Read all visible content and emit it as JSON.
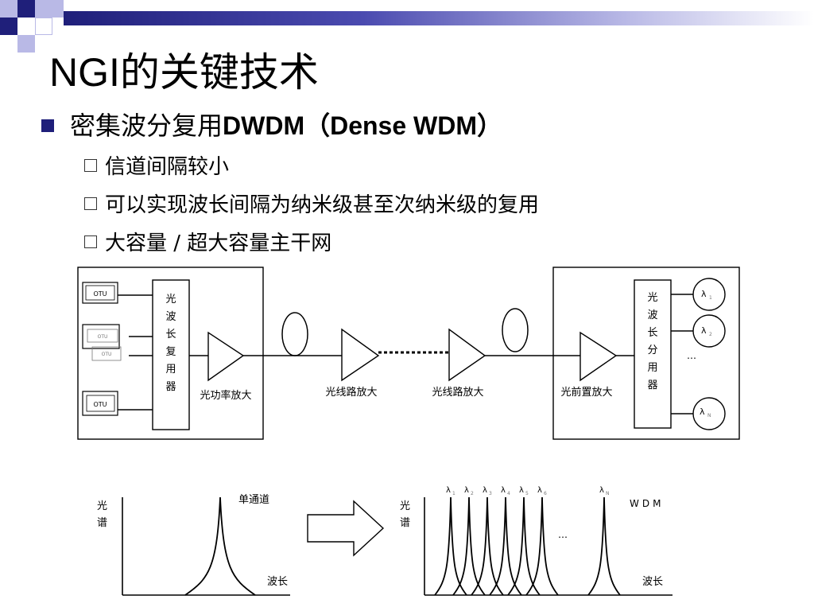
{
  "slide": {
    "title": "NGI的关键技术",
    "bullet": {
      "text": "密集波分复用",
      "bold": "DWDM（Dense WDM）"
    },
    "sub_bullets": [
      "信道间隔较小",
      "可以实现波长间隔为纳米级甚至次纳米级的复用",
      "大容量 / 超大容量主干网"
    ]
  },
  "system_diagram": {
    "otu_labels": [
      "OTU",
      "OTU",
      "OTU",
      "OTU"
    ],
    "mux": "光波长复用器",
    "demux": "光波长分用器",
    "power_amp": "光功率放大",
    "line_amp_1": "光线路放大",
    "line_amp_2": "光线路放大",
    "pre_amp": "光前置放大",
    "lambda_1": "λ",
    "lambda_1_sub": "1",
    "lambda_2": "λ",
    "lambda_2_sub": "2",
    "lambda_n": "λ",
    "lambda_n_sub": "N",
    "ellipsis": "…"
  },
  "spectrum": {
    "left_ylabel": "光谱",
    "left_peak": "单通道",
    "left_xlabel": "波长",
    "right_ylabel": "光谱",
    "right_title": "WDM",
    "right_xlabel": "波长",
    "right_ellipsis": "…",
    "peak_symbol": "λ",
    "peak_subs": [
      "1",
      "2",
      "3",
      "4",
      "5",
      "6",
      "N"
    ]
  },
  "colors": {
    "accent": "#1f1f7a"
  }
}
